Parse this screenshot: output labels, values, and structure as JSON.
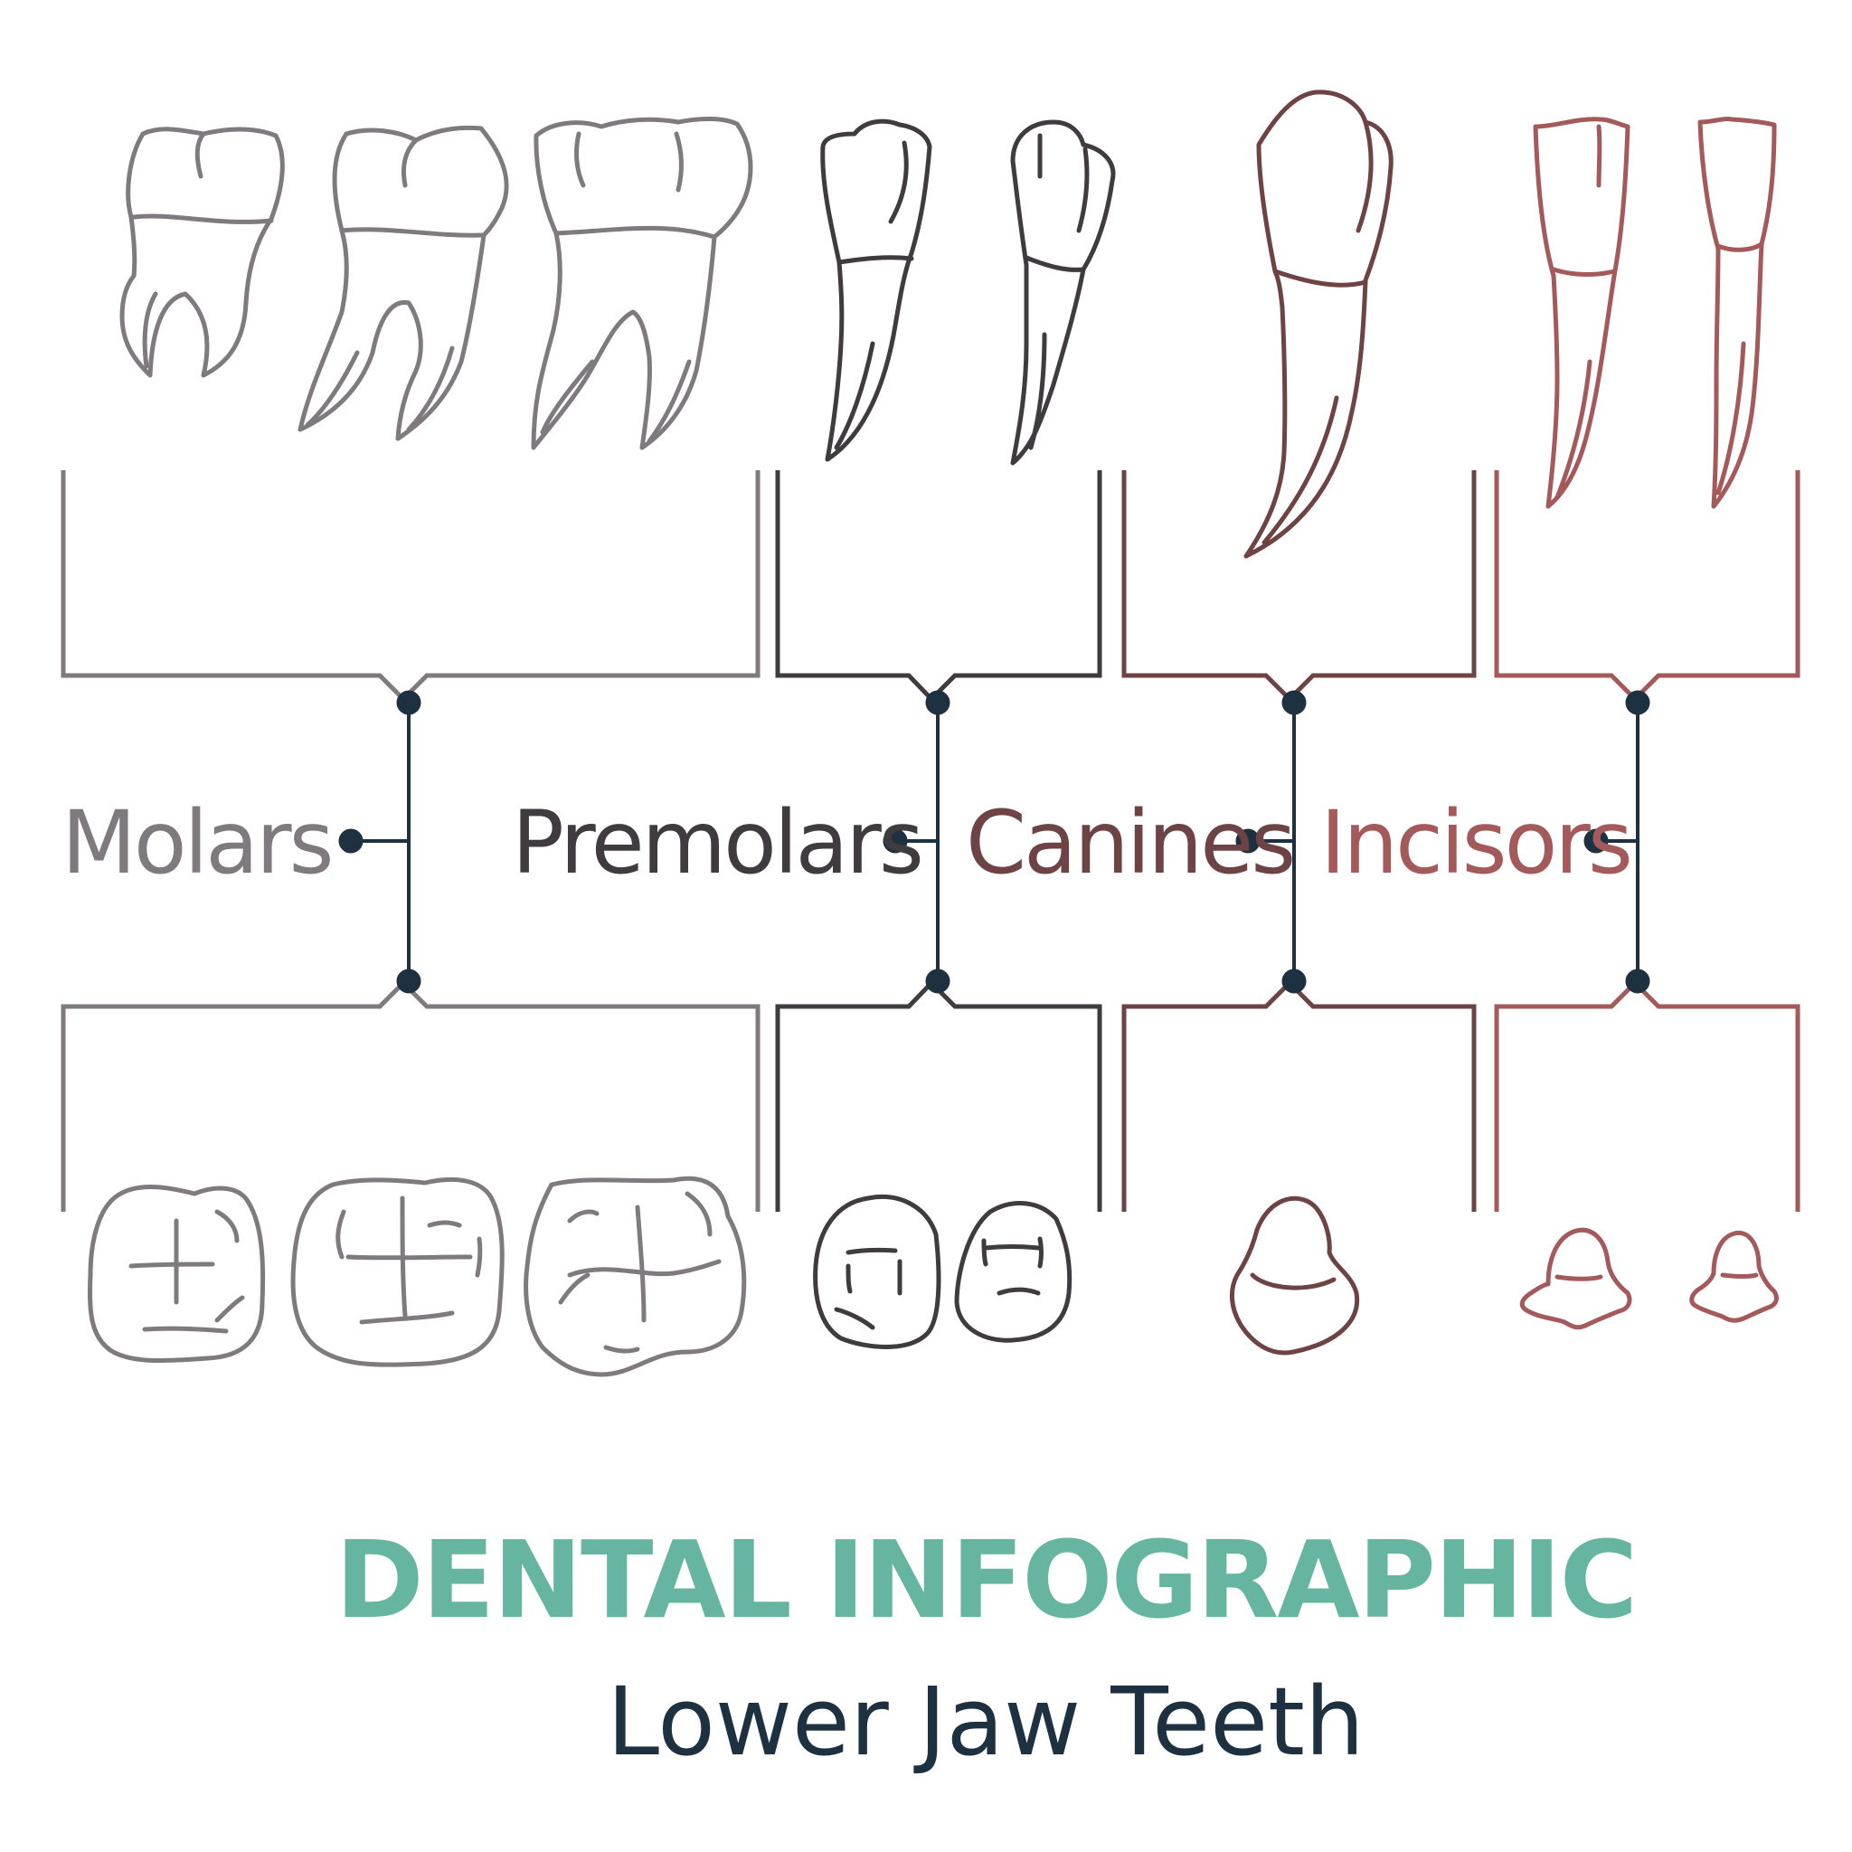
{
  "title": "DENTAL INFOGRAPHIC",
  "subtitle": "Lower Jaw Teeth",
  "categories": [
    {
      "label": "Molars",
      "color": "#7f7a7e"
    },
    {
      "label": "Premolars",
      "color": "#3f3b3e"
    },
    {
      "label": "Canines",
      "color": "#6e4344"
    },
    {
      "label": "Incisors",
      "color": "#a4595a"
    }
  ],
  "colors": {
    "title": "#65b5a0",
    "subtitle": "#1e3140",
    "connector": "#1e3140"
  }
}
